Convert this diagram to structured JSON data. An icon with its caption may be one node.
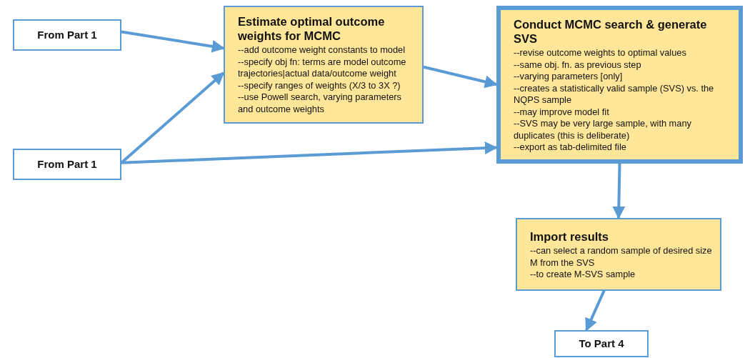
{
  "diagram": {
    "nodes": [
      {
        "text": [
          "From Part 1"
        ]
      },
      {
        "text": [
          "From Part 1"
        ]
      },
      {
        "text": [
          "Estimate optimal outcome weights for MCMC",
          "--add outcome weight constants to model",
          "--specify obj fn: terms are model outcome trajectories|actual data/outcome weight",
          "--specify ranges of weights (X/3 to 3X ?)",
          "--use Powell search, varying parameters and outcome weights"
        ]
      },
      {
        "text": [
          "Conduct MCMC search & generate SVS",
          "--revise outcome weights to optimal values",
          "--same obj. fn. as previous step",
          "--varying parameters [only]",
          "--creates a statistically valid sample (SVS) vs. the NQPS sample",
          "--may improve model fit",
          "--SVS may be very large sample, with many duplicates (this is deliberate)",
          "--export as tab-delimited file"
        ]
      },
      {
        "text": [
          "Import results",
          "--can select a random sample of desired size M from the SVS",
          "--to create M-SVS sample"
        ]
      },
      {
        "text": [
          "To Part 4"
        ]
      }
    ],
    "edges": [
      {
        "from": 0,
        "to": 2,
        "arrow": "to"
      },
      {
        "from": 1,
        "to": 2,
        "arrow": "to"
      },
      {
        "from": 2,
        "to": 3,
        "arrow": "to"
      },
      {
        "from": 1,
        "to": 3,
        "arrow": "to"
      },
      {
        "from": 3,
        "to": 4,
        "arrow": "to"
      },
      {
        "from": 4,
        "to": 5,
        "arrow": "to"
      }
    ]
  }
}
